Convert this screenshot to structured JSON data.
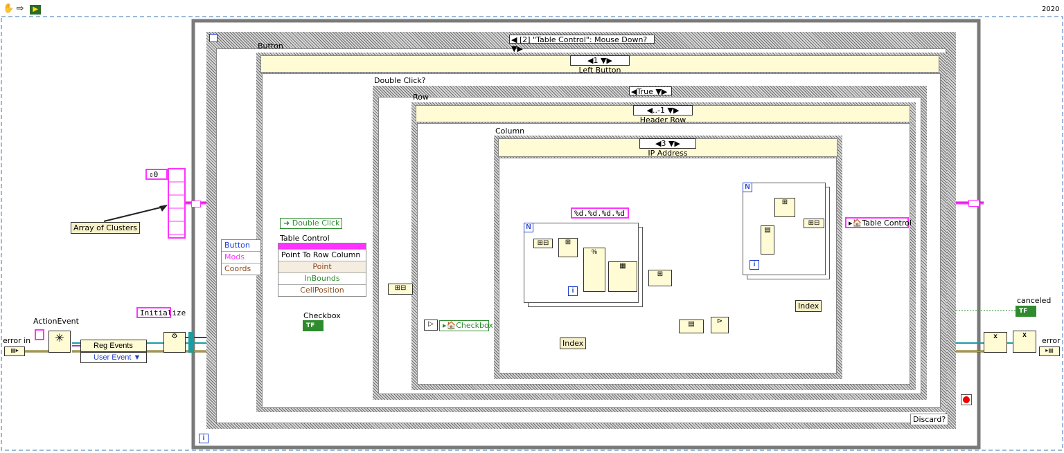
{
  "toolbar": {
    "icons": [
      "hand-icon",
      "arrow-icon",
      "run-vi-icon"
    ],
    "version_label": "2020"
  },
  "event_structure": {
    "selector": "[2] \"Table Control\": Mouse Down?",
    "discard_label": "Discard?"
  },
  "cases": {
    "button": {
      "label": "Button",
      "value": "1",
      "header": "Left Button"
    },
    "double_click": {
      "label": "Double Click?",
      "value": "True"
    },
    "row": {
      "label": "Row",
      "value": "..-1",
      "header": "Header Row"
    },
    "column": {
      "label": "Column",
      "value": "3",
      "header": "IP Address"
    }
  },
  "event_data": {
    "items": [
      "Button",
      "Mods",
      "Coords"
    ]
  },
  "table_control": {
    "title": "Table Control",
    "method": "Point To Row Column",
    "rows": [
      "Point",
      "InBounds",
      "CellPosition"
    ]
  },
  "controls": {
    "array_label": "Array of Clusters",
    "array_index": "0",
    "double_click": "Double Click",
    "checkbox_label": "Checkbox",
    "checkbox_local": "Checkbox",
    "tf": "TF",
    "format_string": "%d.%d.%d.%d",
    "table_control_local": "Table Control",
    "index_labels": [
      "Index",
      "Index"
    ],
    "initialize": "Initialize",
    "action_event": "ActionEvent",
    "reg_events": "Reg Events",
    "user_event": "User Event",
    "error_in": "error in",
    "error_out": "error",
    "canceled": "canceled",
    "loop_n": "N",
    "loop_i": "i"
  }
}
